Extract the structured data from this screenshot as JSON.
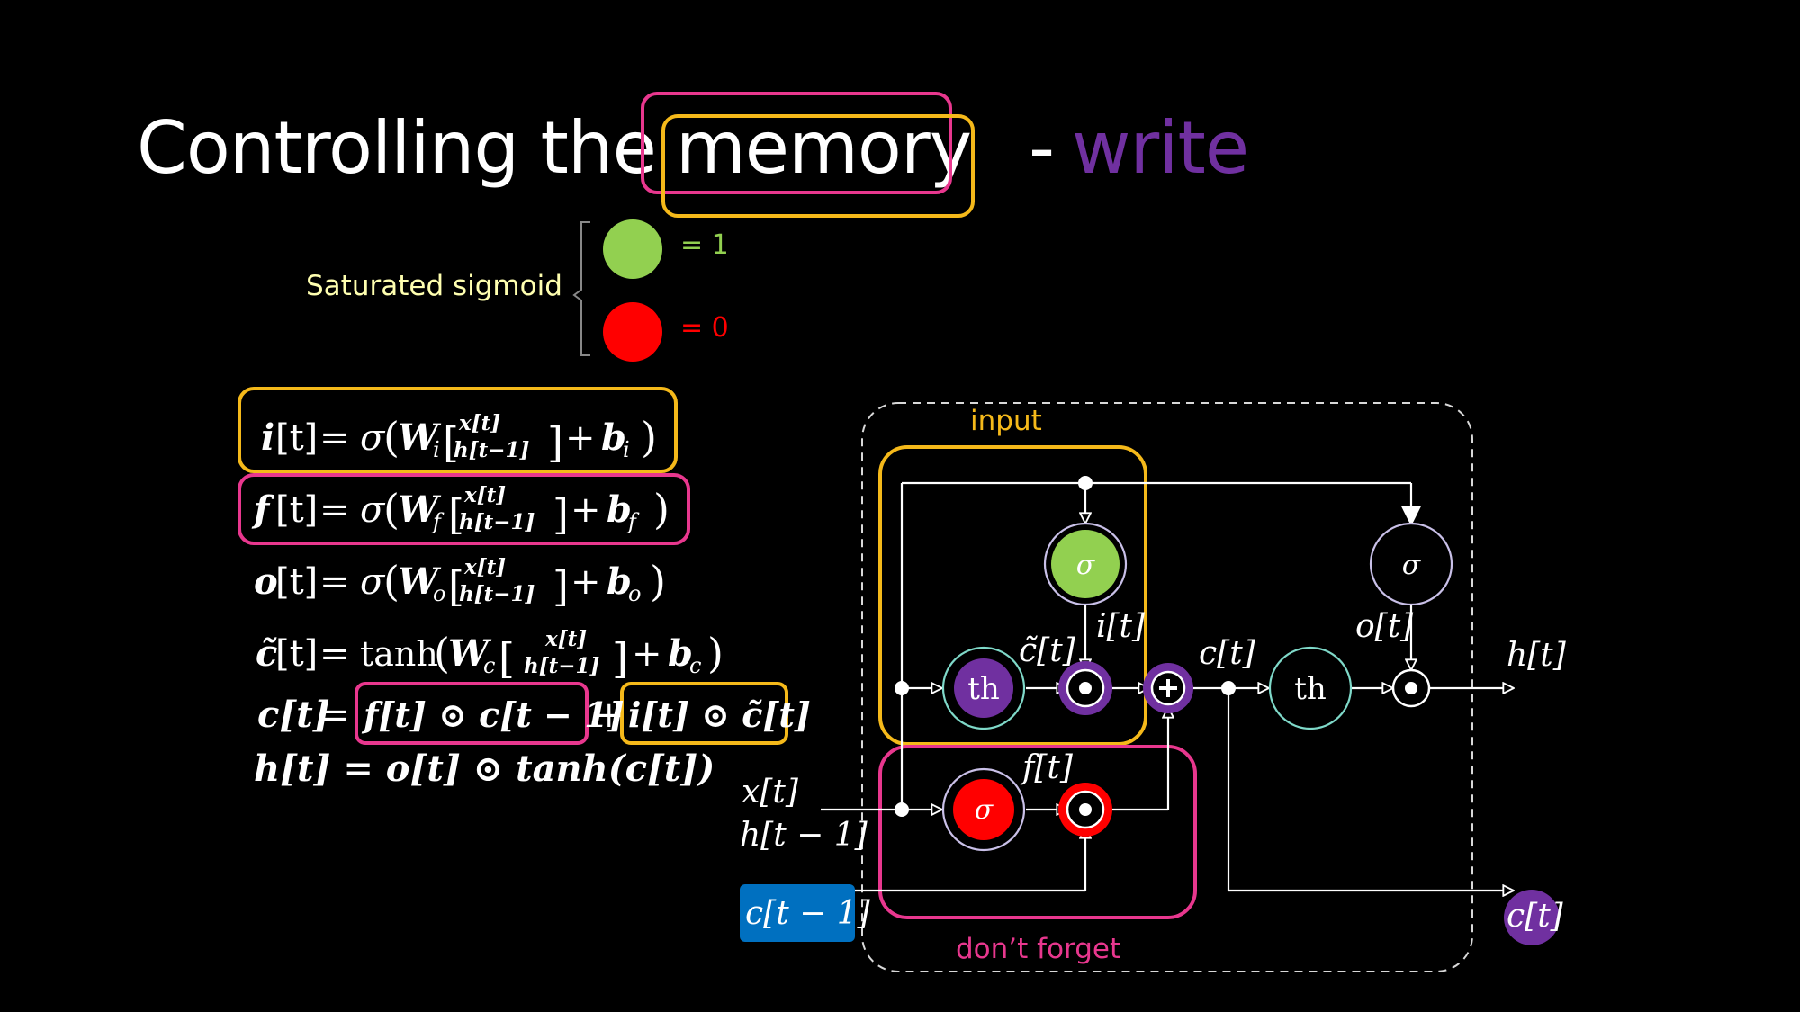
{
  "title": {
    "part1": "Controlling the",
    "part2": "memory",
    "part3": "-",
    "part4": "write"
  },
  "legend": {
    "label": "Saturated sigmoid",
    "one": "= 1",
    "zero": "= 0"
  },
  "equations": {
    "i": {
      "lhs": "i",
      "w": "W",
      "ws": "i",
      "b": "b",
      "bs": "i"
    },
    "f": {
      "lhs": "f",
      "w": "W",
      "ws": "f",
      "b": "b",
      "bs": "f"
    },
    "o": {
      "lhs": "o",
      "w": "W",
      "ws": "o",
      "b": "b",
      "bs": "o"
    },
    "c": {
      "lhs": "c̃",
      "w": "W",
      "ws": "c",
      "b": "b",
      "bs": "c",
      "fn": "tanh"
    },
    "common": {
      "t": "[t]",
      "eq": "=",
      "sigma": "σ",
      "x": "x[t]",
      "h": "h[t−1]",
      "plus": "+"
    },
    "cell": {
      "lhs": "c[t]",
      "eq": "=",
      "ft": "f[t] ⊙ c[t − 1]",
      "plus": "+",
      "it": "i[t] ⊙ c̃[t]"
    },
    "hidden": {
      "text": "h[t] = o[t] ⊙ tanh(c[t])"
    }
  },
  "diagram": {
    "input_label": "input",
    "forget_label": "don’t forget",
    "sigma": "σ",
    "tanh": "th",
    "lbl_ctilde": "c̃[t]",
    "lbl_it": "i[t]",
    "lbl_ft": "f[t]",
    "lbl_ct": "c[t]",
    "lbl_ot": "o[t]",
    "lbl_ht": "h[t]",
    "lbl_xt": "x[t]",
    "lbl_ht1": "h[t − 1]",
    "lbl_ct1": "c[t − 1]",
    "lbl_ct_out": "c[t]"
  },
  "colors": {
    "pink": "#e8378e",
    "gold": "#f5b91a",
    "purple": "#7030a0",
    "green": "#92d050",
    "red": "#ff0000",
    "blue": "#0070c0",
    "node_stroke": "#c9c0e8",
    "teal_stroke": "#7fd9c9"
  }
}
